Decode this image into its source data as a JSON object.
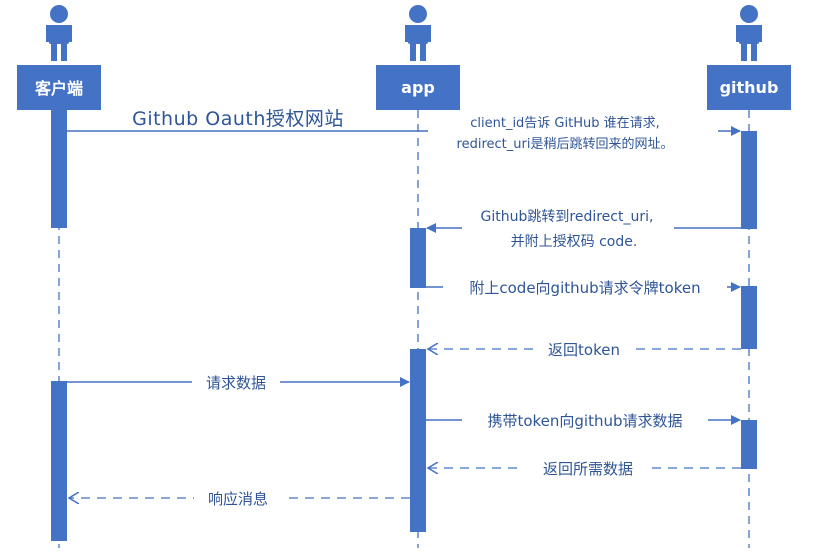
{
  "colors": {
    "primary": "#4472c4",
    "label_text": "#2f5597",
    "box_text": "#ffffff",
    "background": "#ffffff"
  },
  "actors": [
    {
      "id": "client",
      "label": "客户端",
      "icon": "person-icon"
    },
    {
      "id": "app",
      "label": "app",
      "icon": "person-icon"
    },
    {
      "id": "github",
      "label": "github",
      "icon": "person-icon"
    }
  ],
  "messages": [
    {
      "id": "m1",
      "from": "client",
      "to": "github",
      "style": "solid",
      "lines": [
        "Github Oauth授权网站"
      ]
    },
    {
      "id": "m2",
      "from": "app",
      "to": "github",
      "style": "solid",
      "lines": [
        "client_id告诉 GitHub 谁在请求,",
        "redirect_uri是稍后跳转回来的网址。"
      ]
    },
    {
      "id": "m3",
      "from": "github",
      "to": "app",
      "style": "solid",
      "lines": [
        "Github跳转到redirect_uri,",
        "并附上授权码 code."
      ]
    },
    {
      "id": "m4",
      "from": "app",
      "to": "github",
      "style": "solid",
      "lines": [
        "附上code向github请求令牌token"
      ]
    },
    {
      "id": "m5",
      "from": "github",
      "to": "app",
      "style": "dashed",
      "lines": [
        "返回token"
      ]
    },
    {
      "id": "m6",
      "from": "client",
      "to": "app",
      "style": "solid",
      "lines": [
        "请求数据"
      ]
    },
    {
      "id": "m7",
      "from": "app",
      "to": "github",
      "style": "solid",
      "lines": [
        "携带token向github请求数据"
      ]
    },
    {
      "id": "m8",
      "from": "github",
      "to": "app",
      "style": "dashed",
      "lines": [
        "返回所需数据"
      ]
    },
    {
      "id": "m9",
      "from": "app",
      "to": "client",
      "style": "dashed",
      "lines": [
        "响应消息"
      ]
    }
  ]
}
